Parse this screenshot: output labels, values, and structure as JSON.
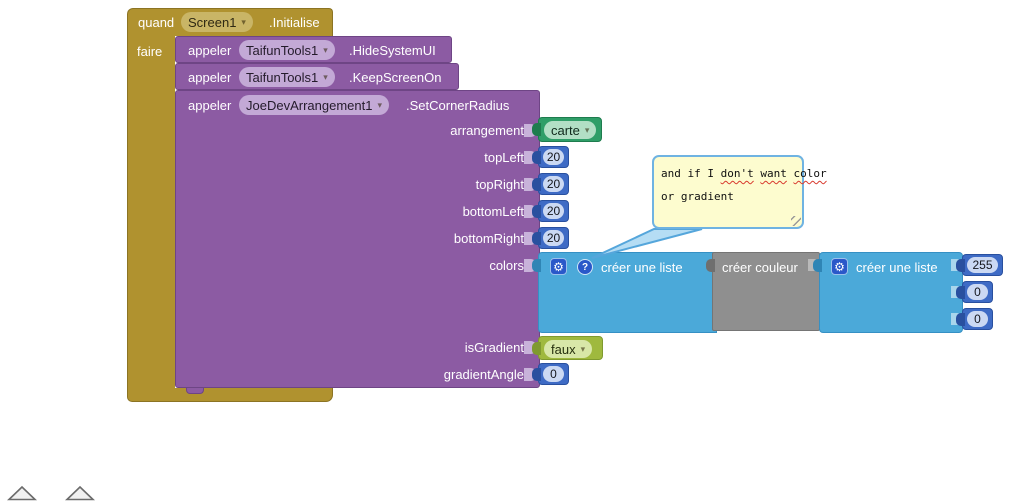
{
  "window": {
    "background": "#ffffff"
  },
  "icons": {
    "dropdown_arrow": "▾",
    "gear": "⚙",
    "help": "?"
  },
  "event_block": {
    "keyword": "quand",
    "component": "Screen1",
    "event_name": ".Initialise",
    "do_label": "faire",
    "fill": "#B0922F"
  },
  "calls": {
    "keyword": "appeler",
    "fill": "#8C5BA3",
    "items": [
      {
        "component": "TaifunTools1",
        "method": ".HideSystemUI"
      },
      {
        "component": "TaifunTools1",
        "method": ".KeepScreenOn"
      },
      {
        "component": "JoeDevArrangement1",
        "method": ".SetCornerRadius"
      }
    ]
  },
  "params": {
    "labels": [
      "arrangement",
      "topLeft",
      "topRight",
      "bottomLeft",
      "bottomRight",
      "colors",
      "isGradient",
      "gradientAngle"
    ],
    "arrangement_value": "carte",
    "top_left": "20",
    "top_right": "20",
    "bottom_left": "20",
    "bottom_right": "20",
    "is_gradient": "faux",
    "gradient_angle": "0"
  },
  "lists": {
    "make_list_label": "créer une liste",
    "make_color_label": "créer couleur",
    "rgb_values": [
      "255",
      "0",
      "0"
    ],
    "list_fill": "#4BA9D9",
    "color_fill": "#8F8F8F",
    "number_fill": "#3E6BC5"
  },
  "comment": {
    "segments": [
      {
        "text": "and if I "
      },
      {
        "text": "don't"
      },
      {
        "text": " "
      },
      {
        "text": "want"
      },
      {
        "text": " "
      },
      {
        "text": "color"
      }
    ],
    "line2": "or gradient",
    "bubble_fill": "#FDFCCF",
    "border_color": "#6FB3E2"
  },
  "indicators": {
    "left": "warning-triangle",
    "right": "error-triangle"
  }
}
